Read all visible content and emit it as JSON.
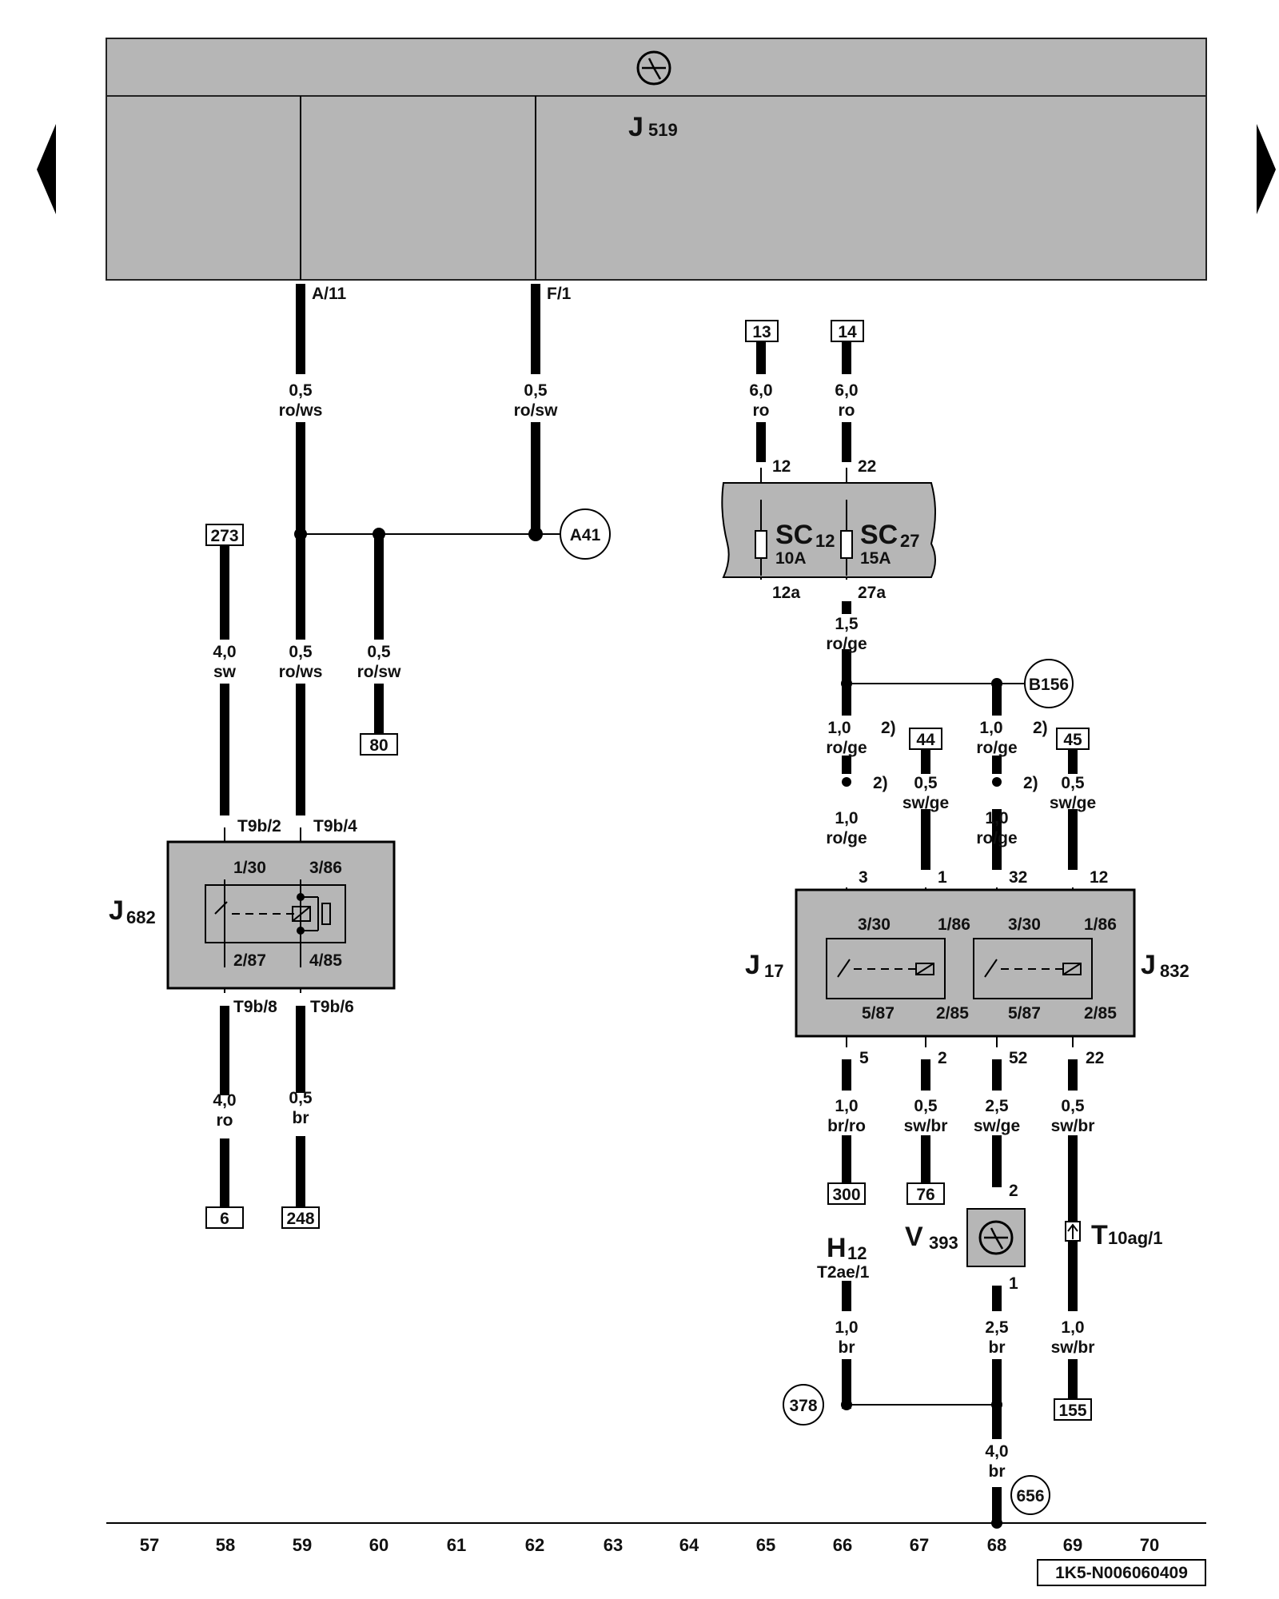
{
  "nav": {
    "prev_icon": "triangle-left",
    "next_icon": "triangle-right"
  },
  "colors": {
    "component_fill": "#b6b6b6",
    "wire": "#000000",
    "background": "#ffffff"
  },
  "components": {
    "J519": {
      "letter": "J",
      "sub": "519",
      "pins": {
        "a11": "A/11",
        "f1": "F/1"
      }
    },
    "SC": {
      "sc12_letter": "SC",
      "sc12_sub": "12",
      "sc12_rating": "10A",
      "sc27_letter": "SC",
      "sc27_sub": "27",
      "sc27_rating": "15A",
      "pin12": "12",
      "pin22": "22",
      "pin12a": "12a",
      "pin27a": "27a"
    },
    "J682": {
      "letter": "J",
      "sub": "682",
      "pins": {
        "t9b2": "T9b/2",
        "t9b4": "T9b/4",
        "p130": "1/30",
        "p386": "3/86",
        "p287": "2/87",
        "p485": "4/85",
        "t9b8": "T9b/8",
        "t9b6": "T9b/6"
      }
    },
    "J17": {
      "letter": "J",
      "sub": "17",
      "pins": {
        "p3": "3",
        "p1": "1",
        "p330": "3/30",
        "p186": "1/86",
        "p587": "5/87",
        "p285": "2/85",
        "p5": "5",
        "p2": "2"
      }
    },
    "J832": {
      "letter": "J",
      "sub": "832",
      "pins": {
        "p32": "32",
        "p12": "12",
        "p330": "3/30",
        "p186": "1/86",
        "p587": "5/87",
        "p285": "2/85",
        "p52": "52",
        "p22": "22"
      }
    },
    "V393": {
      "letter": "V",
      "sub": "393",
      "pin2": "2",
      "pin1": "1"
    },
    "H12": {
      "letter": "H",
      "sub": "12",
      "conn": "T2ae/1"
    },
    "T10ag": {
      "letter": "T",
      "sub": "10ag/1"
    }
  },
  "refs": {
    "r273": "273",
    "r80": "80",
    "r6": "6",
    "r248": "248",
    "r13": "13",
    "r14": "14",
    "r44": "44",
    "r45": "45",
    "r300": "300",
    "r76": "76",
    "r155": "155"
  },
  "circles": {
    "a41": "A41",
    "b156": "B156",
    "c378": "378",
    "c656": "656"
  },
  "wires": {
    "w59a": {
      "size": "0,5",
      "color": "ro/ws"
    },
    "w62a": {
      "size": "0,5",
      "color": "ro/sw"
    },
    "w58a": {
      "size": "4,0",
      "color": "sw"
    },
    "w59b": {
      "size": "0,5",
      "color": "ro/ws"
    },
    "w60": {
      "size": "0,5",
      "color": "ro/sw"
    },
    "w58b": {
      "size": "4,0",
      "color": "ro"
    },
    "w59c": {
      "size": "0,5",
      "color": "br"
    },
    "w65": {
      "size": "6,0",
      "color": "ro"
    },
    "w66a": {
      "size": "6,0",
      "color": "ro"
    },
    "w66b": {
      "size": "1,5",
      "color": "ro/ge"
    },
    "w66c": {
      "size": "1,0",
      "color": "ro/ge",
      "note": "2)"
    },
    "w68a": {
      "size": "1,0",
      "color": "ro/ge",
      "note": "2)"
    },
    "note_66": "2)",
    "note_68": "2)",
    "w66d": {
      "size": "1,0",
      "color": "ro/ge"
    },
    "w67a": {
      "size": "0,5",
      "color": "sw/ge"
    },
    "w68b": {
      "size": "1,0",
      "color": "ro/ge"
    },
    "w69a": {
      "size": "0,5",
      "color": "sw/ge"
    },
    "w66e": {
      "size": "1,0",
      "color": "br/ro"
    },
    "w67b": {
      "size": "0,5",
      "color": "sw/br"
    },
    "w68c": {
      "size": "2,5",
      "color": "sw/ge"
    },
    "w69b": {
      "size": "0,5",
      "color": "sw/br"
    },
    "w66f": {
      "size": "1,0",
      "color": "br"
    },
    "w68d": {
      "size": "2,5",
      "color": "br"
    },
    "w69c": {
      "size": "1,0",
      "color": "sw/br"
    },
    "w68e": {
      "size": "4,0",
      "color": "br"
    }
  },
  "columns": [
    "57",
    "58",
    "59",
    "60",
    "61",
    "62",
    "63",
    "64",
    "65",
    "66",
    "67",
    "68",
    "69",
    "70"
  ],
  "doc_id": "1K5-N006060409"
}
